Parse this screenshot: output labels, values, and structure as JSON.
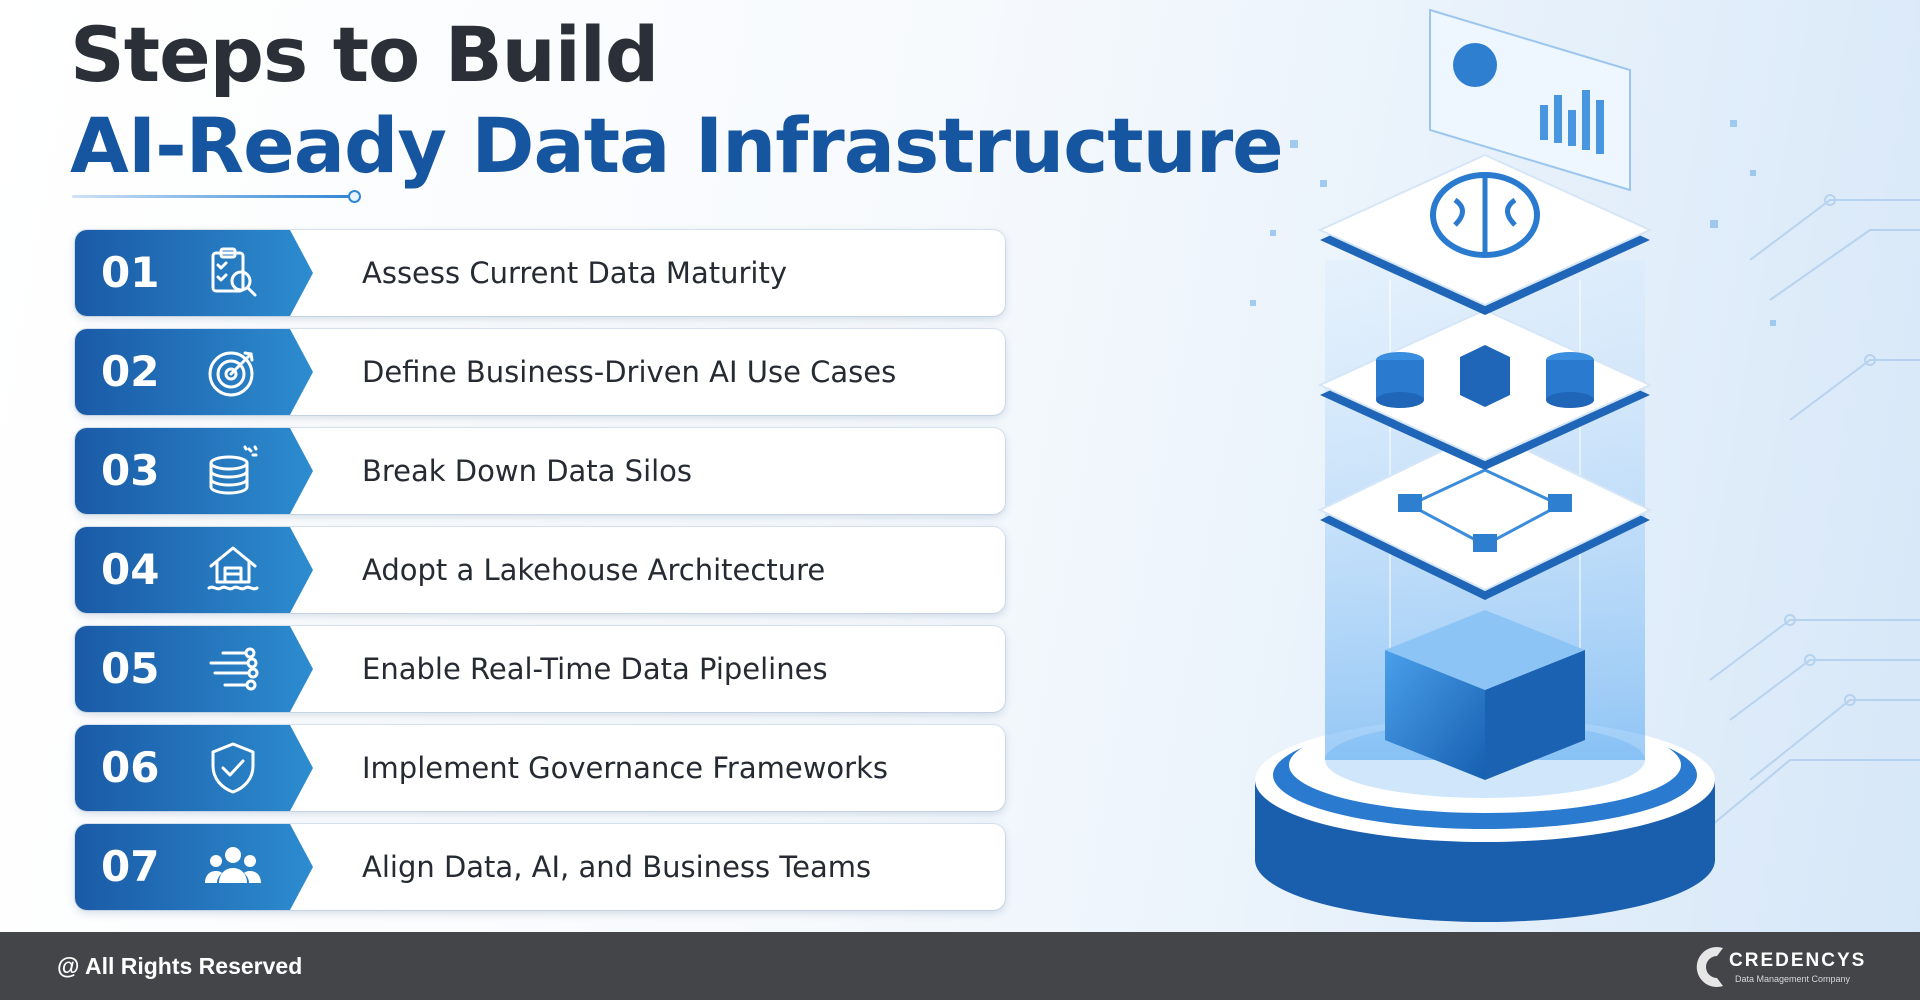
{
  "header": {
    "title_line1": "Steps to Build",
    "title_line2": "AI-Ready Data Infrastructure"
  },
  "steps": [
    {
      "number": "01",
      "label": "Assess Current Data Maturity",
      "icon": "clipboard-search-icon"
    },
    {
      "number": "02",
      "label": "Define Business-Driven AI Use Cases",
      "icon": "target-icon"
    },
    {
      "number": "03",
      "label": "Break Down Data Silos",
      "icon": "database-icon"
    },
    {
      "number": "04",
      "label": "Adopt a Lakehouse Architecture",
      "icon": "lakehouse-icon"
    },
    {
      "number": "05",
      "label": "Enable Real-Time Data Pipelines",
      "icon": "pipeline-icon"
    },
    {
      "number": "06",
      "label": "Implement Governance Frameworks",
      "icon": "shield-check-icon"
    },
    {
      "number": "07",
      "label": "Align Data, AI, and Business Teams",
      "icon": "team-icon"
    }
  ],
  "footer": {
    "rights": "@ All Rights Reserved",
    "brand_name": "CREDENCYS",
    "brand_tagline": "Data Management Company"
  },
  "colors": {
    "title_dark": "#2b3038",
    "title_blue": "#1656a0",
    "tab_gradient_start": "#1a5aa6",
    "tab_gradient_end": "#2d8ccf",
    "footer_bg": "#444548"
  }
}
